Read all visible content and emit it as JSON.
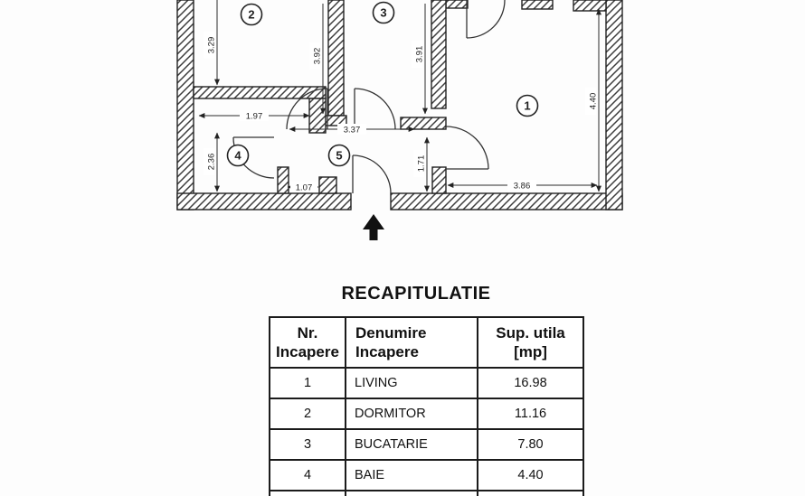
{
  "floor_plan": {
    "rooms": {
      "r1": "1",
      "r2": "2",
      "r3": "3",
      "r4": "4",
      "r5": "5"
    },
    "dimensions": {
      "room2_height": "3.29",
      "wall23_height": "3.92",
      "room3_height": "3.91",
      "room1_height": "4.40",
      "room4_width": "1.97",
      "room4_height": "2.36",
      "hall_width": "3.37",
      "hall_right_height": "1.71",
      "entry_width": "1.07",
      "room1_width": "3.86"
    },
    "line_color": "#222222"
  },
  "recap": {
    "title": "RECAPITULATIE",
    "table": {
      "headers": [
        "Nr.\nIncapere",
        "Denumire\nIncapere",
        "Sup. utila\n[mp]"
      ],
      "rows": [
        {
          "nr": "1",
          "name": "LIVING",
          "area": "16.98"
        },
        {
          "nr": "2",
          "name": "DORMITOR",
          "area": "11.16"
        },
        {
          "nr": "3",
          "name": "BUCATARIE",
          "area": "7.80"
        },
        {
          "nr": "4",
          "name": "BAIE",
          "area": "4.40"
        }
      ]
    }
  }
}
